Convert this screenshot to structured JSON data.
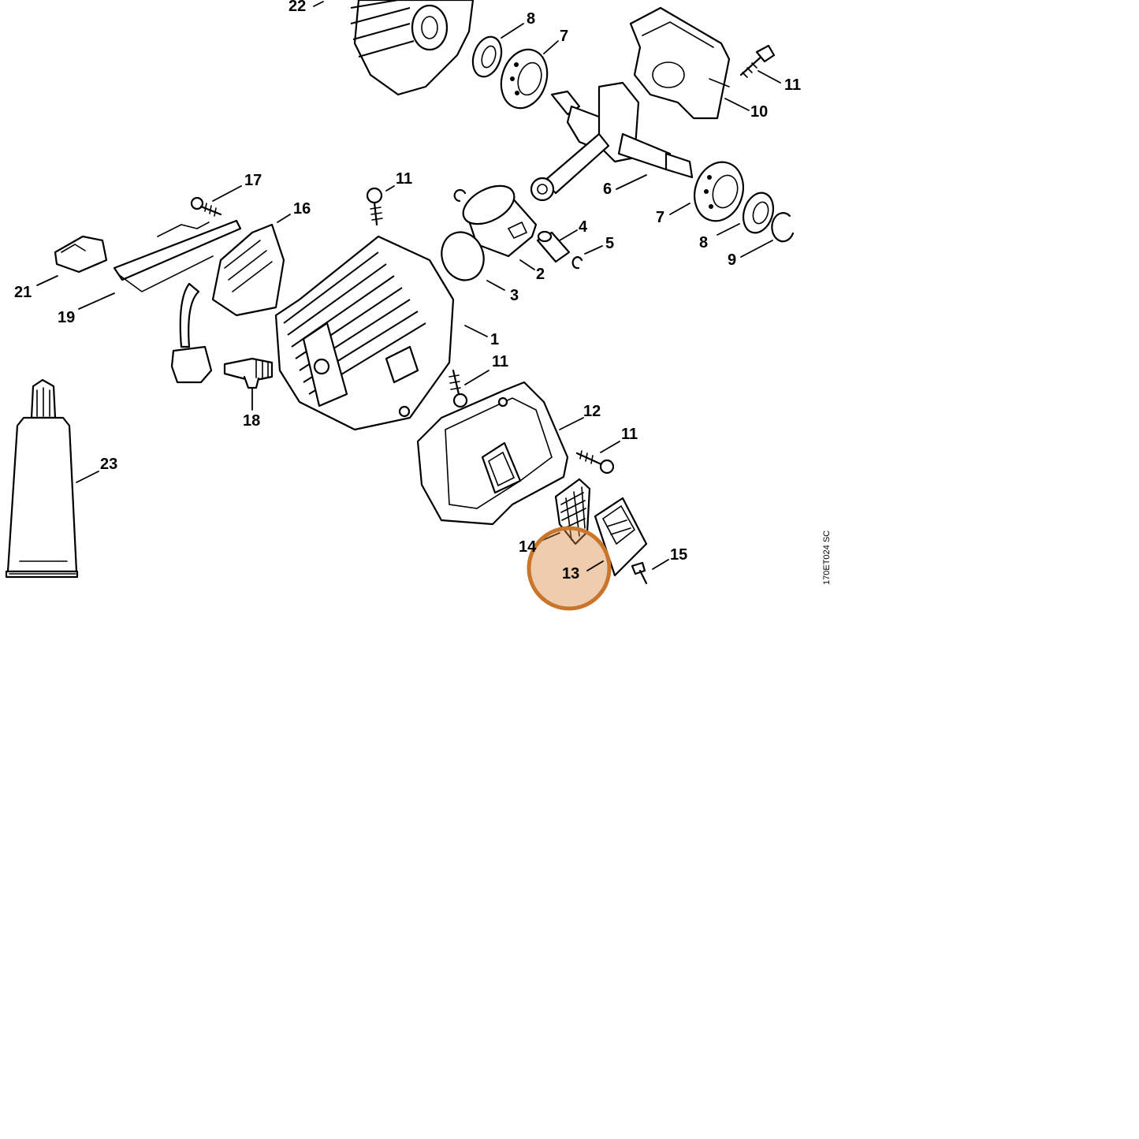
{
  "diagram": {
    "drawing_code": "170ET024 SC",
    "highlight": {
      "part": "13",
      "color": "#c9762c"
    },
    "callouts": {
      "p1": "1",
      "p2": "2",
      "p3": "3",
      "p4": "4",
      "p5": "5",
      "p6": "6",
      "p7a": "7",
      "p7b": "7",
      "p8a": "8",
      "p8b": "8",
      "p9": "9",
      "p10": "10",
      "p11a": "11",
      "p11b": "11",
      "p11c": "11",
      "p11d": "11",
      "p12": "12",
      "p13": "13",
      "p14": "14",
      "p15": "15",
      "p16": "16",
      "p17": "17",
      "p18": "18",
      "p19": "19",
      "p21": "21",
      "p22": "22",
      "p23": "23"
    }
  }
}
